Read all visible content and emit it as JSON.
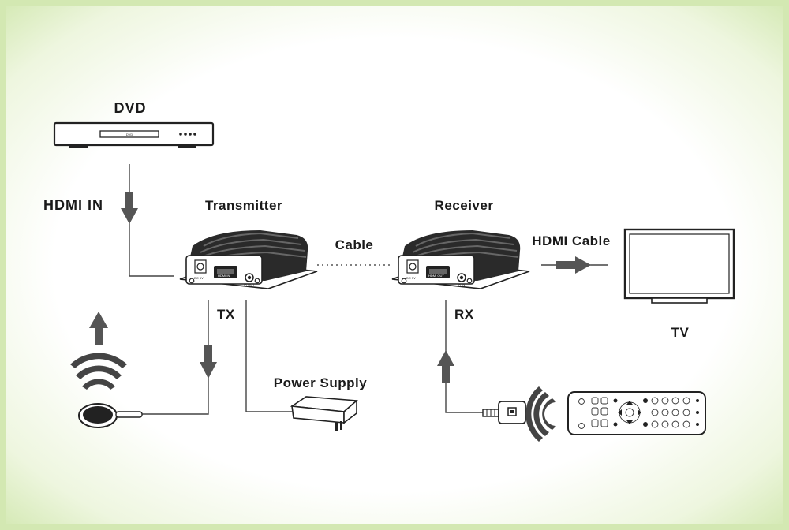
{
  "labels": {
    "dvd": "DVD",
    "hdmi_in": "HDMI IN",
    "transmitter": "Transmitter",
    "receiver": "Receiver",
    "cable": "Cable",
    "hdmi_cable": "HDMI Cable",
    "tx": "TX",
    "rx": "RX",
    "power_supply": "Power Supply",
    "tv": "TV"
  },
  "device_text": {
    "dvd_slot": "DVD",
    "tx_dc": "DC 5V",
    "tx_hdmi": "HDMI IN",
    "tx_ir": "IR OUT",
    "rx_dc": "DC 5V",
    "rx_hdmi": "HDMI OUT",
    "rx_ir": "IR IN"
  },
  "colors": {
    "frame_border": "#d3e8b2",
    "line": "#444444",
    "arrow": "#555555",
    "device_dark": "#2a2a2a"
  }
}
